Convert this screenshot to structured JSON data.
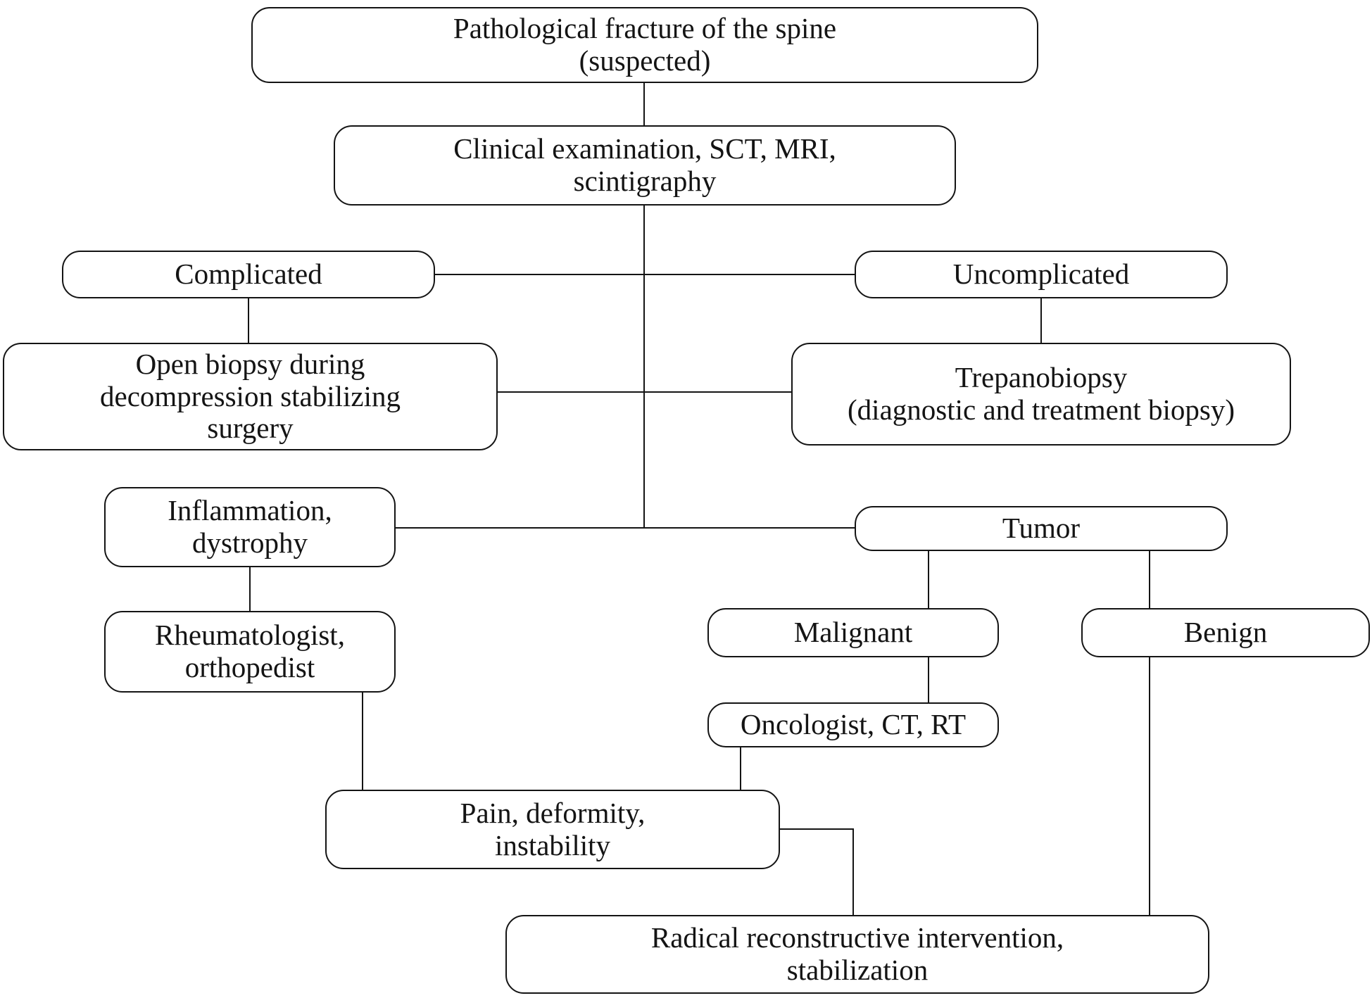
{
  "diagram": {
    "title": "Pathological fracture of the spine — diagnostic and treatment flowchart",
    "type": "flowchart",
    "colors": {
      "background": "#ffffff",
      "box_fill": "#ffffff",
      "line": "#141414",
      "text": "#141414"
    },
    "nodes": {
      "pathological": {
        "label": "Pathological fracture of the spine\n(suspected)"
      },
      "clinical": {
        "label": "Clinical examination, SCT, MRI,\nscintigraphy"
      },
      "complicated": {
        "label": "Complicated"
      },
      "uncomplicated": {
        "label": "Uncomplicated"
      },
      "open_biopsy": {
        "label": "Open biopsy during\ndecompression stabilizing\nsurgery"
      },
      "trepanobiopsy": {
        "label": "Trepanobiopsy\n(diagnostic and treatment biopsy)"
      },
      "inflammation": {
        "label": "Inflammation,\ndystrophy"
      },
      "tumor": {
        "label": "Tumor"
      },
      "rheumatologist": {
        "label": "Rheumatologist,\northopedist"
      },
      "malignant": {
        "label": "Malignant"
      },
      "benign": {
        "label": "Benign"
      },
      "oncologist": {
        "label": "Oncologist, CT, RT"
      },
      "pain": {
        "label": "Pain, deformity,\ninstability"
      },
      "radical": {
        "label": "Radical reconstructive intervention,\nstabilization"
      }
    },
    "edges": [
      {
        "from": "pathological",
        "to": "clinical"
      },
      {
        "from": "clinical",
        "to": "complicated"
      },
      {
        "from": "clinical",
        "to": "uncomplicated"
      },
      {
        "from": "complicated",
        "to": "open_biopsy"
      },
      {
        "from": "uncomplicated",
        "to": "trepanobiopsy"
      },
      {
        "from": "open_biopsy",
        "to": "inflammation"
      },
      {
        "from": "open_biopsy",
        "to": "tumor"
      },
      {
        "from": "trepanobiopsy",
        "to": "inflammation"
      },
      {
        "from": "trepanobiopsy",
        "to": "tumor"
      },
      {
        "from": "inflammation",
        "to": "rheumatologist"
      },
      {
        "from": "tumor",
        "to": "malignant"
      },
      {
        "from": "tumor",
        "to": "benign"
      },
      {
        "from": "malignant",
        "to": "oncologist"
      },
      {
        "from": "rheumatologist",
        "to": "pain"
      },
      {
        "from": "oncologist",
        "to": "pain"
      },
      {
        "from": "pain",
        "to": "radical"
      },
      {
        "from": "benign",
        "to": "radical"
      }
    ]
  }
}
